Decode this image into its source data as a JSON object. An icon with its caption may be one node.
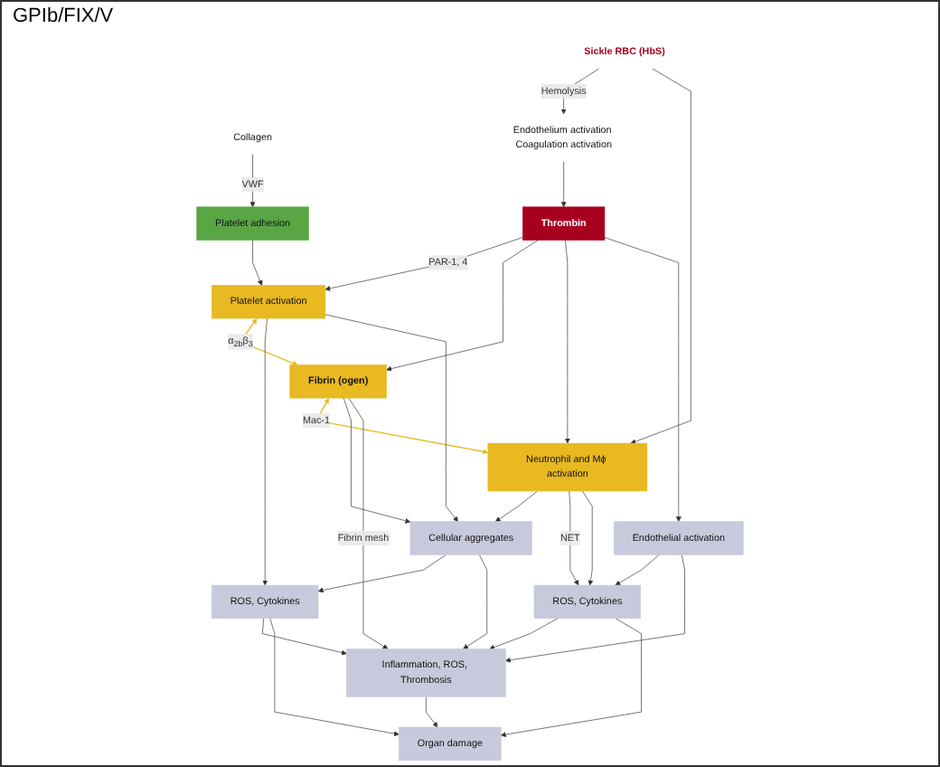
{
  "diagram": {
    "nodes": [
      {
        "text": [
          "Sickle RBC (HbS)"
        ]
      },
      {
        "text": [
          "Collagen"
        ]
      },
      {
        "text": [
          "Endothelium activation Coagulation activation"
        ]
      },
      {
        "text": [
          "Platelet adhesion"
        ]
      },
      {
        "text": [
          "Thrombin"
        ]
      },
      {
        "text": [
          "Platelet activation"
        ]
      },
      {
        "text": [
          "Fibrin (ogen)"
        ]
      },
      {
        "text": [
          "Neutrophil and Mϕ activation"
        ]
      },
      {
        "text": [
          "ROS, Cytokines"
        ]
      },
      {
        "text": [
          "Cellular aggregates"
        ]
      },
      {
        "text": [
          "Endothelial activation"
        ]
      },
      {
        "text": [
          "ROS, Cytokines"
        ]
      },
      {
        "text": [
          "Inflammation, ROS, Thrombosis"
        ]
      },
      {
        "text": [
          "Organ damage"
        ]
      }
    ],
    "edges": [
      {
        "from": 0,
        "to": 2,
        "arrow": "to",
        "label": "Hemolysis"
      },
      {
        "from": 0,
        "to": 7,
        "arrow": "to"
      },
      {
        "from": 1,
        "to": 3,
        "arrow": "to",
        "label": "VWF"
      },
      {
        "from": 2,
        "to": 4,
        "arrow": "to"
      },
      {
        "from": 3,
        "to": 5,
        "arrow": "to"
      },
      {
        "from": 4,
        "to": 5,
        "arrow": "to",
        "label": "PAR-1, 4"
      },
      {
        "from": 4,
        "to": 6,
        "arrow": "to"
      },
      {
        "from": 4,
        "to": 7,
        "arrow": "to"
      },
      {
        "from": 4,
        "to": 10,
        "arrow": "to"
      },
      {
        "from": 5,
        "to": 6,
        "arrow": "both",
        "label": "α$_{2b}$β$_{3}$",
        "color": "#e8b920"
      },
      {
        "from": 6,
        "to": 7,
        "arrow": "both",
        "label": "Mac-1",
        "color": "#e8b920"
      },
      {
        "from": 5,
        "to": 8,
        "arrow": "to"
      },
      {
        "from": 5,
        "to": 9,
        "arrow": "to"
      },
      {
        "from": 6,
        "to": 9,
        "arrow": "to"
      },
      {
        "from": 6,
        "to": 12,
        "arrow": "to",
        "label": "Fibrin mesh"
      },
      {
        "from": 7,
        "to": 9,
        "arrow": "to"
      },
      {
        "from": 7,
        "to": 11,
        "arrow": "to",
        "label": "NET"
      },
      {
        "from": 7,
        "to": 11,
        "arrow": "to"
      },
      {
        "from": 9,
        "to": 8,
        "arrow": "to"
      },
      {
        "from": 10,
        "to": 11,
        "arrow": "to"
      },
      {
        "from": 9,
        "to": 12,
        "arrow": "to"
      },
      {
        "from": 10,
        "to": 12,
        "arrow": "to"
      },
      {
        "from": 8,
        "to": 12,
        "arrow": "to"
      },
      {
        "from": 8,
        "to": 13,
        "arrow": "to"
      },
      {
        "from": 11,
        "to": 12,
        "arrow": "to"
      },
      {
        "from": 11,
        "to": 13,
        "arrow": "to"
      },
      {
        "from": 12,
        "to": 13,
        "arrow": "to"
      }
    ],
    "labels": [
      "GPIb/FIX/V"
    ]
  }
}
